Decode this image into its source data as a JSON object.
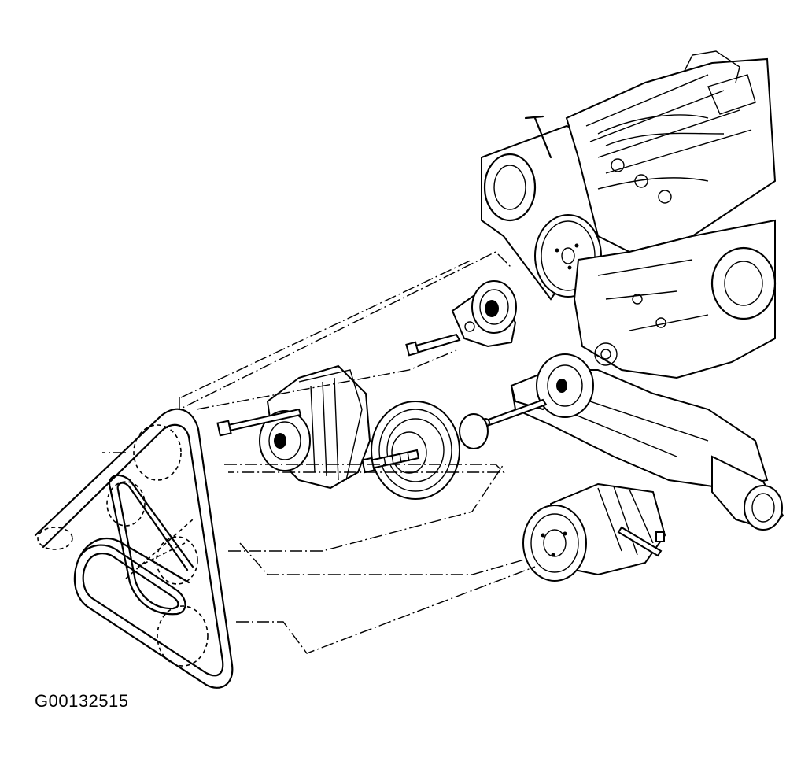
{
  "figure": {
    "id_label": "G00132515"
  },
  "colors": {
    "ink": "#000000",
    "paper": "#ffffff"
  },
  "icons": [
    "engine-drawing",
    "serpentine-belt-drawing",
    "alternator-drawing",
    "belt-tensioner-drawing",
    "idler-pulley-drawing",
    "crankshaft-pulley-drawing",
    "ac-compressor-drawing",
    "oil-filter-drawing"
  ]
}
